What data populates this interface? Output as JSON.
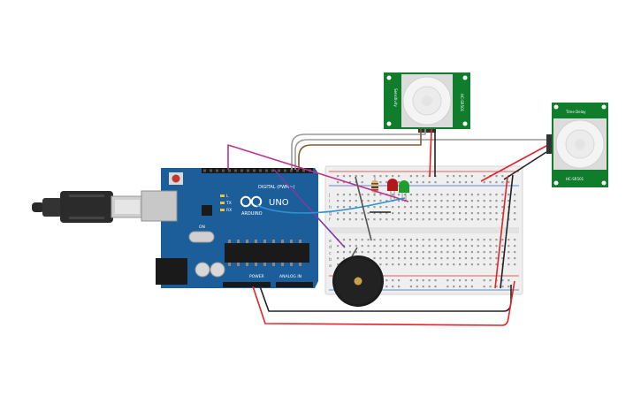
{
  "arduino": {
    "brand": "ARDUINO",
    "model": "UNO",
    "digital_header_label": "DIGITAL (PWM~)",
    "power_label": "POWER",
    "analog_label": "ANALOG IN",
    "led_labels": [
      "L",
      "TX",
      "RX"
    ],
    "on_label": "ON",
    "board_color": "#1a5f9a"
  },
  "breadboard": {
    "row_letters_top": [
      "j",
      "i",
      "h",
      "g",
      "f"
    ],
    "row_letters_bottom": [
      "e",
      "d",
      "c",
      "b",
      "a"
    ]
  },
  "pir_sensors": [
    {
      "id": "pir-1",
      "top_text": "Sensitivity",
      "side_text": "HC-SR501"
    },
    {
      "id": "pir-2",
      "top_text": "Time Delay",
      "side_text": "HC-SR501"
    }
  ],
  "leds": [
    {
      "color": "#b3161b",
      "name": "red-led"
    },
    {
      "color": "#1f9e2f",
      "name": "green-led"
    }
  ],
  "wire_colors": {
    "red": "#e0252b",
    "black": "#222222",
    "gray": "#9a9a9a",
    "brown": "#8a5a2b",
    "magenta": "#c0308f",
    "purple": "#7e3aa5",
    "blue": "#2a93d5"
  }
}
